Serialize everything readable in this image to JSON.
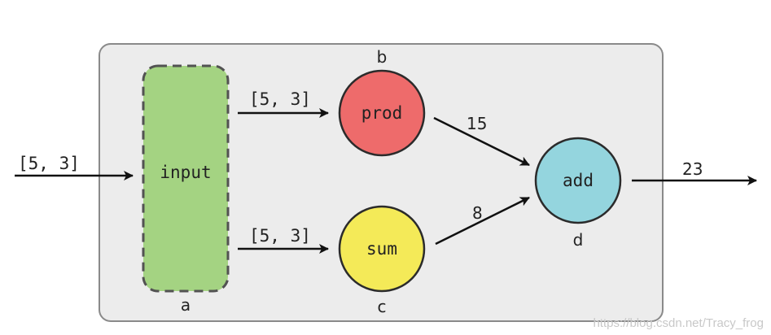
{
  "input_edge_label": "[5, 3]",
  "nodes": {
    "a": {
      "id": "a",
      "label": "input",
      "fill": "#a4d382",
      "stroke": "#525252"
    },
    "b": {
      "id": "b",
      "label": "prod",
      "fill": "#ee6b6b",
      "stroke": "#2b2b2b"
    },
    "c": {
      "id": "c",
      "label": "sum",
      "fill": "#f4ea58",
      "stroke": "#2b2b2b"
    },
    "d": {
      "id": "d",
      "label": "add",
      "fill": "#94d5de",
      "stroke": "#2b2b2b"
    }
  },
  "edges": {
    "a_to_b": "[5, 3]",
    "a_to_c": "[5, 3]",
    "b_to_d": "15",
    "c_to_d": "8",
    "output": "23"
  },
  "watermark": "https://blog.csdn.net/Tracy_frog",
  "colors": {
    "container_fill": "#ececec",
    "container_stroke": "#8a8a8a",
    "arrow": "#111111"
  }
}
